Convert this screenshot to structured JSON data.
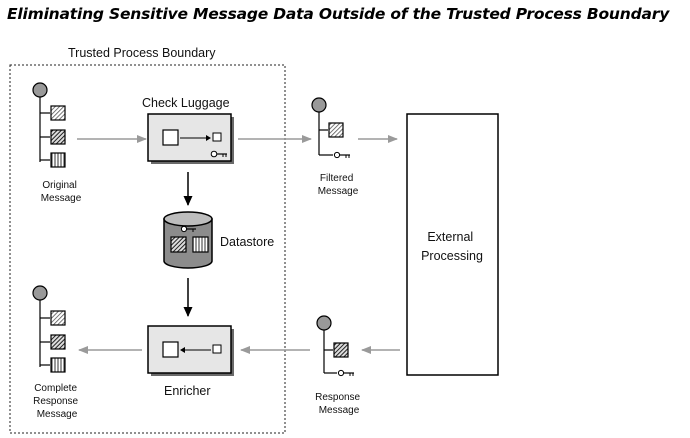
{
  "title": "Eliminating Sensitive Message Data Outside of the Trusted Process Boundary",
  "boundary_label": "Trusted Process Boundary",
  "check_luggage_label": "Check Luggage",
  "datastore_label": "Datastore",
  "enricher_label": "Enricher",
  "external_processing_line1": "External",
  "external_processing_line2": "Processing",
  "original_message_line1": "Original",
  "original_message_line2": "Message",
  "filtered_message_line1": "Filtered",
  "filtered_message_line2": "Message",
  "response_message_line1": "Response",
  "response_message_line2": "Message",
  "complete_response_line1": "Complete",
  "complete_response_line2": "Response",
  "complete_response_line3": "Message",
  "colors": {
    "box_fill": "#e6e6e6",
    "node_fill": "#999999",
    "arrow_gray": "#9a9a9a",
    "arrow_black": "#000000"
  }
}
